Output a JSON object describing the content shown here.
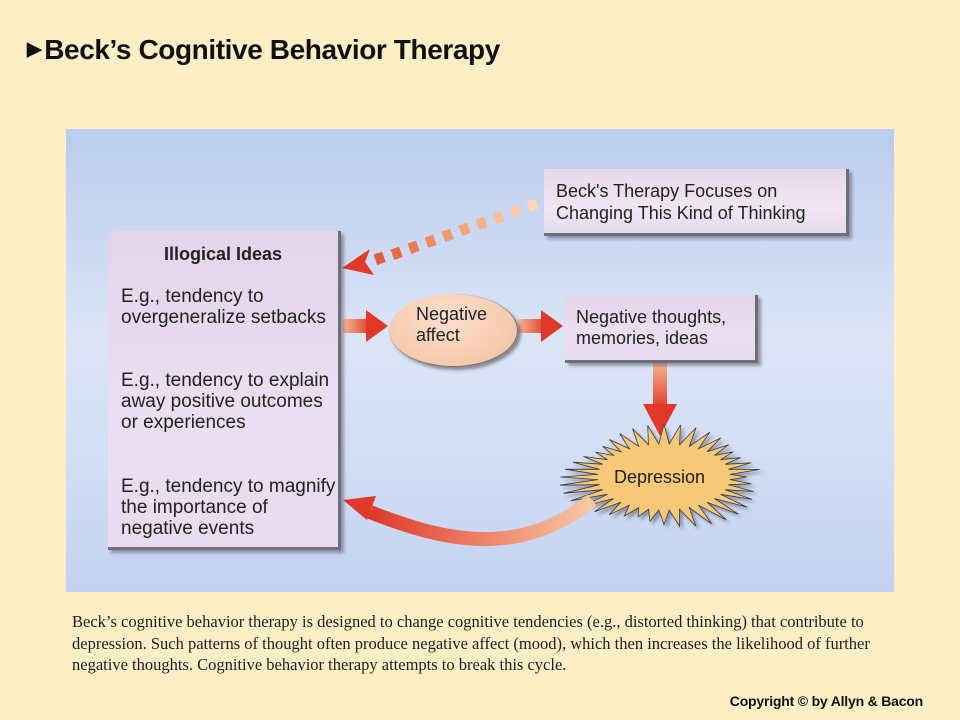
{
  "slide": {
    "title": "Beck’s Cognitive Behavior Therapy",
    "title_bullet": "▶"
  },
  "diagram": {
    "illogical_ideas": {
      "heading": "Illogical Ideas",
      "examples": [
        "E.g., tendency to overgeneralize setbacks",
        "E.g., tendency to explain away positive outcomes or experiences",
        "E.g., tendency to magnify the importance of negative events"
      ]
    },
    "focus_note": {
      "line1": "Beck's Therapy Focuses on",
      "line2": "Changing This Kind of Thinking"
    },
    "negative_affect": {
      "line1": "Negative",
      "line2": "affect"
    },
    "negative_thoughts": {
      "line1": "Negative thoughts,",
      "line2": "memories, ideas"
    },
    "depression": {
      "label": "Depression"
    },
    "colors": {
      "arrow_red": "#e0392a",
      "arrow_fade": "#f6b894",
      "starburst_fill": "#f7c878",
      "panel_top": "#bccdee",
      "slide_bg": "#fdeec6"
    }
  },
  "caption": {
    "text": "Beck’s cognitive behavior therapy is designed to change cognitive tendencies (e.g., distorted thinking) that contribute to depression. Such patterns of thought often produce negative affect (mood), which then increases the likelihood of further negative thoughts. Cognitive behavior therapy attempts to break this cycle."
  },
  "footer": {
    "copyright": "Copyright © by Allyn & Bacon"
  }
}
